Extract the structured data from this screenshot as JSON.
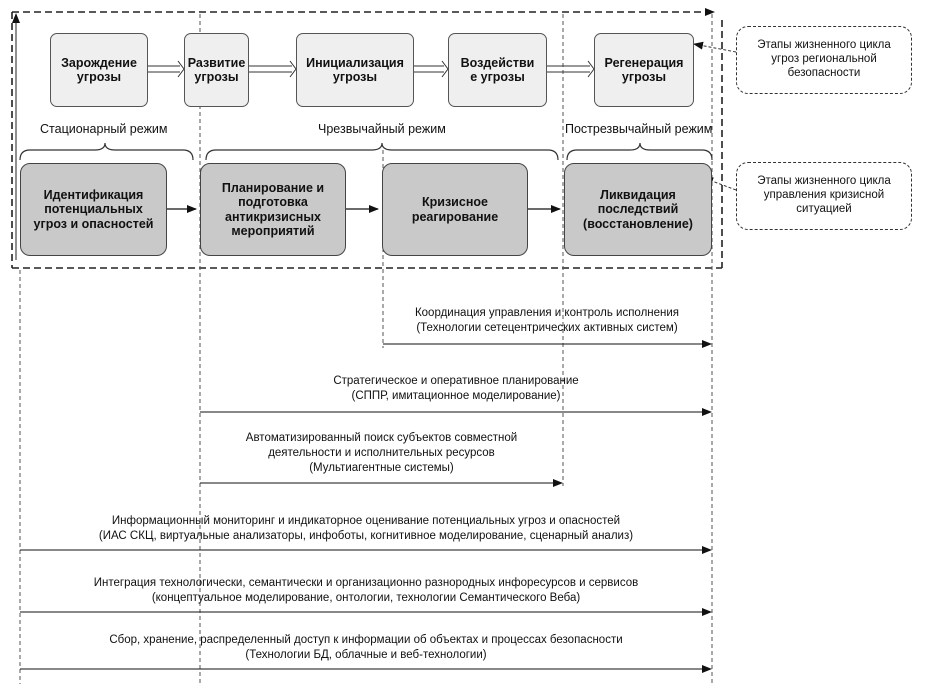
{
  "threat_stages": [
    {
      "label": "Зарождение\nугрозы"
    },
    {
      "label": "Развитие\nугрозы"
    },
    {
      "label": "Инициализация\nугрозы"
    },
    {
      "label": "Воздействи\nе угрозы"
    },
    {
      "label": "Регенерация\nугрозы"
    }
  ],
  "modes": {
    "stationary": "Стационарный режим",
    "emergency": "Чрезвычайный режим",
    "post_emergency": "Пострезвычайный режим"
  },
  "crisis_stages": [
    {
      "label": "Идентификация\nпотенциальных\nугроз и опасностей"
    },
    {
      "label": "Планирование и\nподготовка\nантикризисных\nмероприятий"
    },
    {
      "label": "Кризисное\nреагирование"
    },
    {
      "label": "Ликвидация\nпоследствий\n(восстановление)"
    }
  ],
  "notes": {
    "threat_cycle": "Этапы жизненного цикла\nугроз региональной\nбезопасности",
    "crisis_cycle": "Этапы жизненного цикла\nуправления кризисной\nситуацией"
  },
  "technologies": [
    {
      "text": "Координация управления и контроль исполнения\n(Технологии сетецентрических активных систем)"
    },
    {
      "text": "Стратегическое и оперативное планирование\n(СППР, имитационное моделирование)"
    },
    {
      "text": "Автоматизированный поиск субъектов совместной\nдеятельности и исполнительных ресурсов\n(Мультиагентные системы)"
    },
    {
      "text": "Информационный мониторинг и индикаторное оценивание потенциальных угроз и опасностей\n(ИАС СКЦ, виртуальные анализаторы, инфоботы, когнитивное моделирование, сценарный анализ)"
    },
    {
      "text": "Интеграция технологически, семантически и организационно разнородных инфоресурсов и сервисов\n(концептуальное моделирование, онтологии, технологии Семантического Веба)"
    },
    {
      "text": "Сбор, хранение, распределенный доступ к информации об объектах и процессах безопасности\n(Технологии БД, облачные и веб-технологии)"
    }
  ],
  "colors": {
    "threat_box_fill": "#efefef",
    "crisis_box_fill": "#c9c9c9",
    "line": "#111111"
  }
}
